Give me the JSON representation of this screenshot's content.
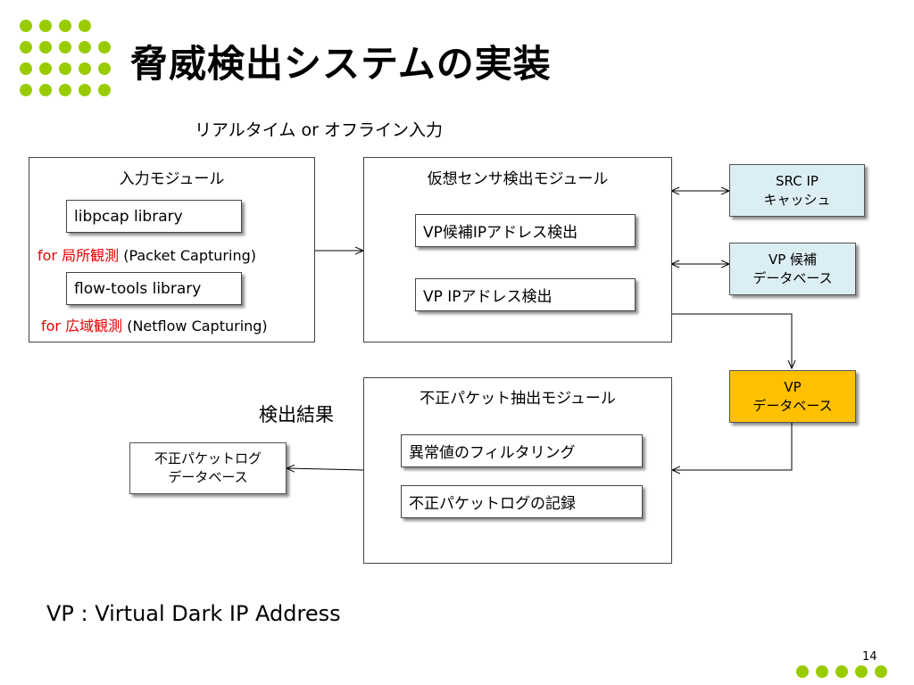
{
  "slide": {
    "title": "脅威検出システムの実装",
    "subtitle": "リアルタイム or  オフライン入力",
    "footnote": "VP : Virtual Dark IP Address",
    "page_number": "14"
  },
  "input_module": {
    "header": "入力モジュール",
    "lib1": "libpcap  library",
    "lib1_for": "for ",
    "lib1_scope": "局所観測",
    "lib1_desc": " (Packet Capturing)",
    "lib2": "flow-tools  library",
    "lib2_for": "for ",
    "lib2_scope": "広域観測",
    "lib2_desc": " (Netflow Capturing)"
  },
  "sensor_module": {
    "header": "仮想センサ検出モジュール",
    "item1": "VP候補IPアドレス検出",
    "item2": "VP  IPアドレス検出"
  },
  "extract_module": {
    "header": "不正パケット抽出モジュール",
    "item1": "異常値のフィルタリング",
    "item2": "不正パケットログの記録"
  },
  "databases": {
    "src_cache_line1": "SRC IP",
    "src_cache_line2": "キャッシュ",
    "vp_cand_line1": "VP  候補",
    "vp_cand_line2": "データベース",
    "vp_db_line1": "VP",
    "vp_db_line2": "データベース",
    "log_db_line1": "不正パケットログ",
    "log_db_line2": "データベース"
  },
  "labels": {
    "result": "検出結果"
  },
  "colors": {
    "accent_dots": "#99cc00",
    "highlight_red": "#e60000",
    "db_light_blue": "#dbeef4",
    "db_orange": "#ffc000"
  }
}
